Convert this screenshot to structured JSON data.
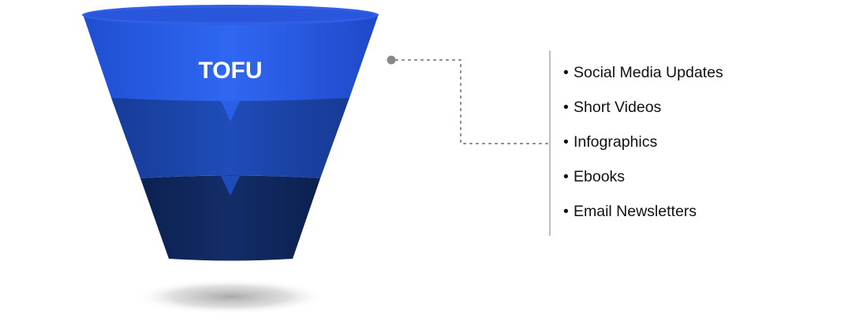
{
  "funnel": {
    "stages": [
      {
        "label": "TOFU"
      },
      {
        "label": ""
      },
      {
        "label": ""
      }
    ]
  },
  "content_list": {
    "items": [
      "Social Media Updates",
      "Short Videos",
      "Infographics",
      "Ebooks",
      "Email Newsletters"
    ]
  },
  "colors": {
    "top": "#2f67f3",
    "middle": "#1f4cb8",
    "bottom": "#102a63",
    "rim": "#2f5fe8",
    "connector": "#888888",
    "divider": "#aaaaaa"
  }
}
